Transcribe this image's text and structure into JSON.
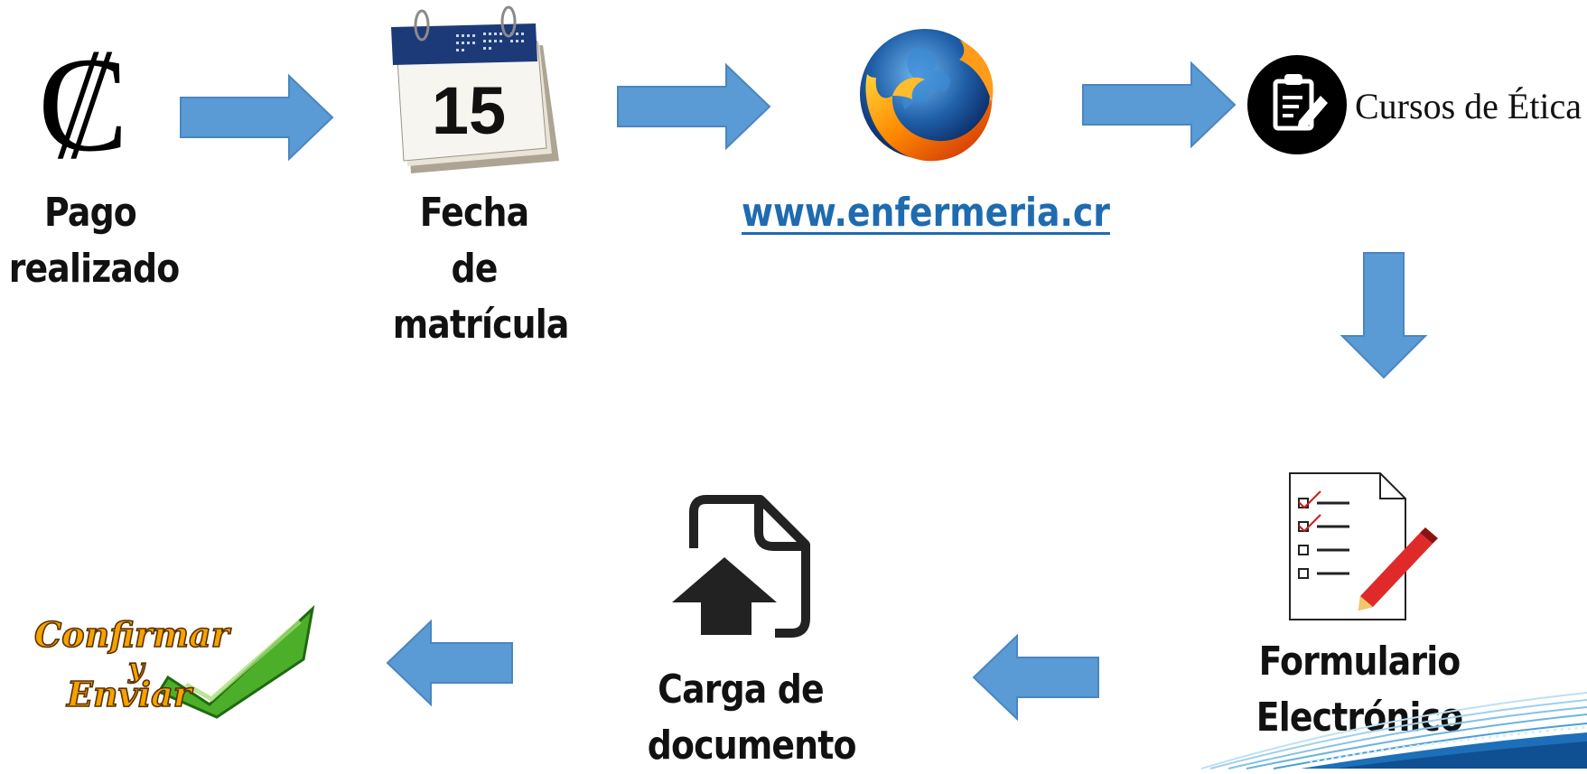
{
  "steps": {
    "pago": {
      "symbol": "₡",
      "label_line1": "Pago",
      "label_line2": "realizado"
    },
    "fecha": {
      "calendar_day": "15",
      "label_line1": "Fecha de",
      "label_line2": "matrícula"
    },
    "web": {
      "link_text": "www.enfermeria.cr"
    },
    "cursos": {
      "text": "Cursos de Ética"
    },
    "formulario": {
      "label_line1": "Formulario",
      "label_line2": "Electrónico"
    },
    "carga": {
      "label_line1": "Carga de",
      "label_line2": "documento"
    },
    "confirmar": {
      "line1": "Confirmar",
      "line2": "y",
      "line3": "Enviar"
    }
  },
  "colors": {
    "arrow": "#5b9bd5",
    "arrow_border": "#4a86c0",
    "link": "#1f6bb0",
    "check_green": "#4caf2a",
    "confirm_orange": "#f5a300"
  },
  "icons": {
    "pago": "colon-currency-icon",
    "fecha": "calendar-icon",
    "web": "firefox-browser-icon",
    "cursos": "clipboard-edit-icon",
    "formulario": "checklist-form-icon",
    "carga": "document-upload-icon",
    "confirmar": "confirm-checkmark-icon"
  }
}
